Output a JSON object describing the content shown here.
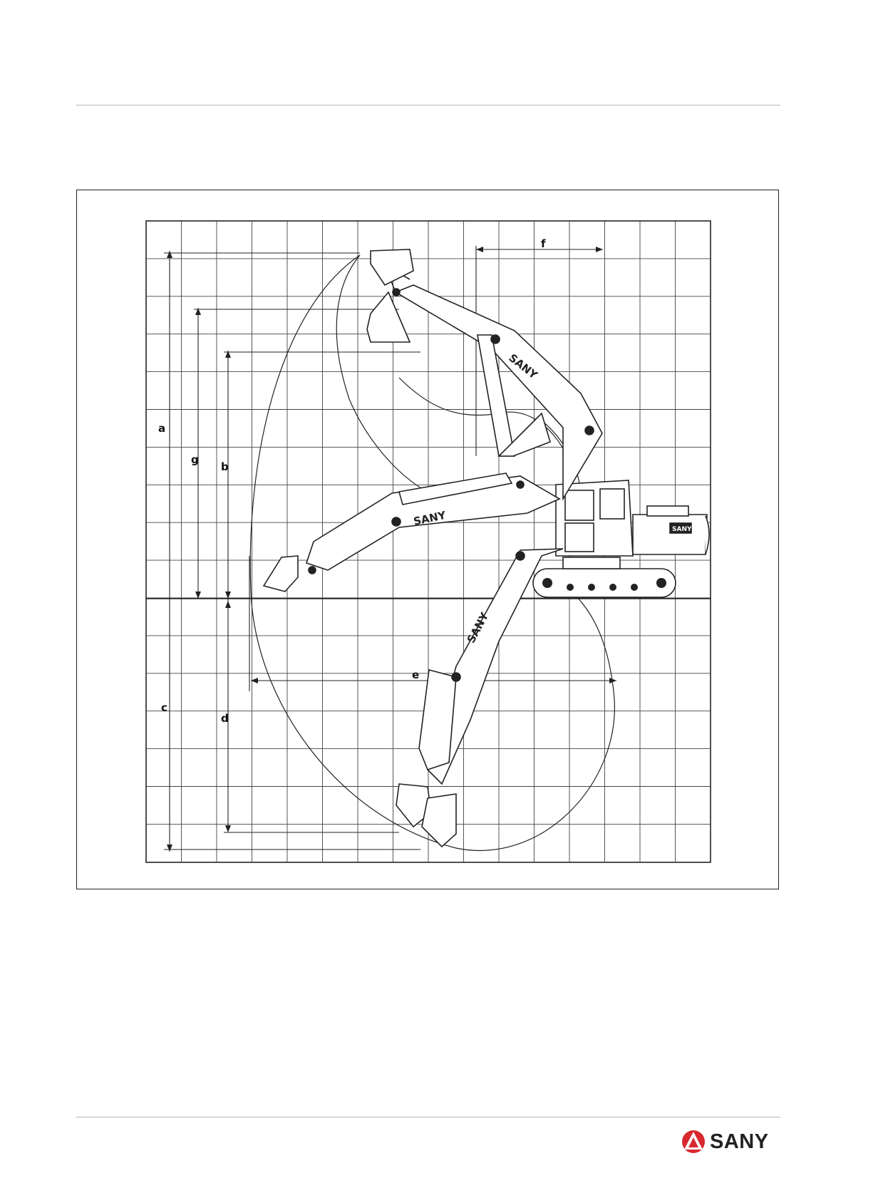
{
  "diagram": {
    "labels": {
      "a": "a",
      "b": "b",
      "c": "c",
      "d": "d",
      "e": "e",
      "f": "f",
      "g": "g"
    },
    "boom_text_upper": "SANY",
    "boom_text_middle": "SANY",
    "boom_text_lower": "SANY",
    "counterweight_text": "SANY"
  },
  "footer": {
    "brand": "SANY",
    "brand_color": "#d7282f"
  }
}
